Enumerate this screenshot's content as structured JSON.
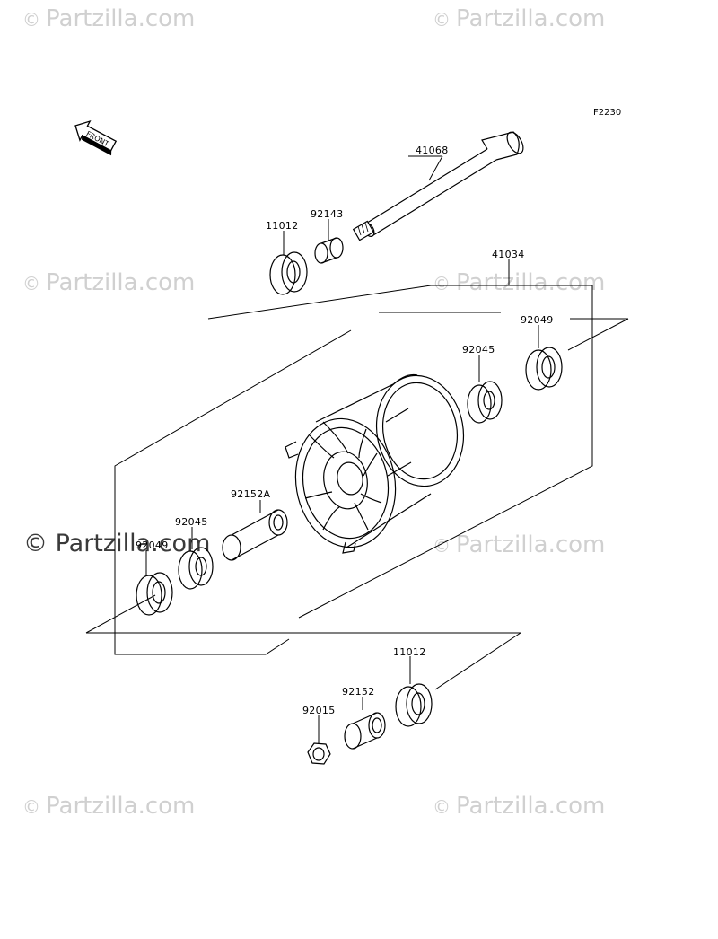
{
  "watermark": {
    "symbol": "©",
    "text": "Partzilla.com"
  },
  "figure_code": "F2230",
  "front_label": "FRONT",
  "parts": {
    "axle": "41068",
    "collar_top": "92143",
    "seal_top": "11012",
    "hub": "41034",
    "seal_right": "92049",
    "bearing_right": "92045",
    "spacer": "92152A",
    "bearing_left": "92045",
    "seal_left": "92049",
    "seal_bottom": "11012",
    "collar_bottom": "92152",
    "nut": "92015"
  }
}
